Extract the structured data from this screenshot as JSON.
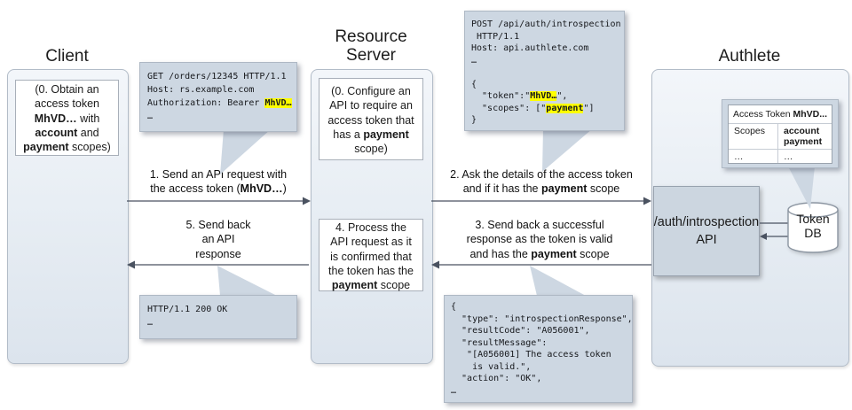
{
  "actors": {
    "client": {
      "title": "Client",
      "note": [
        [
          {
            "t": "(0. Obtain an"
          }
        ],
        [
          {
            "t": "access token"
          }
        ],
        [
          {
            "t": "MhVD…",
            "b": true
          },
          {
            "t": " with"
          }
        ],
        [
          {
            "t": "account",
            "b": true
          },
          {
            "t": " and"
          }
        ],
        [
          {
            "t": "payment",
            "b": true
          },
          {
            "t": " scopes)"
          }
        ]
      ]
    },
    "resource_server": {
      "title": "Resource\nServer",
      "note_configure": [
        [
          {
            "t": "(0. Configure an"
          }
        ],
        [
          {
            "t": "API to require an"
          }
        ],
        [
          {
            "t": "access token that"
          }
        ],
        [
          {
            "t": "has a "
          },
          {
            "t": "payment",
            "b": true
          }
        ],
        [
          {
            "t": "scope)"
          }
        ]
      ],
      "note_process": [
        [
          {
            "t": "4. Process the"
          }
        ],
        [
          {
            "t": "API request as it"
          }
        ],
        [
          {
            "t": "is confirmed that"
          }
        ],
        [
          {
            "t": "the token has the"
          }
        ],
        [
          {
            "t": "payment",
            "b": true
          },
          {
            "t": " scope"
          }
        ]
      ]
    },
    "authlete": {
      "title": "Authlete",
      "api_box_label": "/auth/introspection\nAPI",
      "token_db_label": "Token\nDB",
      "token_table": {
        "header": [
          {
            "t": "Access Token "
          },
          {
            "t": "MhVD...",
            "b": true
          }
        ],
        "row_scopes_label": "Scopes",
        "row_scopes_values": [
          [
            {
              "t": "account",
              "b": true
            }
          ],
          [
            {
              "t": "payment",
              "b": true
            }
          ]
        ],
        "row_more_label": "…",
        "row_more_value": "…"
      }
    }
  },
  "messages": {
    "m1": [
      [
        {
          "t": "1. Send an API request with"
        }
      ],
      [
        {
          "t": "the access token ("
        },
        {
          "t": "MhVD…",
          "b": true
        },
        {
          "t": ")"
        }
      ]
    ],
    "m2": [
      [
        {
          "t": "2. Ask the details of the access token"
        }
      ],
      [
        {
          "t": "and if it has the "
        },
        {
          "t": "payment",
          "b": true
        },
        {
          "t": " scope"
        }
      ]
    ],
    "m3": [
      [
        {
          "t": "3. Send back a successful"
        }
      ],
      [
        {
          "t": "response as the token is valid"
        }
      ],
      [
        {
          "t": "and has the "
        },
        {
          "t": "payment",
          "b": true
        },
        {
          "t": " scope"
        }
      ]
    ],
    "m5": "5. Send back\nan API\nresponse"
  },
  "bubbles": {
    "api_request": {
      "lines": [
        [
          {
            "t": "GET /orders/12345 HTTP/1.1"
          }
        ],
        [
          {
            "t": "Host: rs.example.com"
          }
        ],
        [
          {
            "t": "Authorization: Bearer "
          },
          {
            "t": "MhVD…",
            "h": true
          }
        ],
        [
          {
            "t": "…"
          }
        ]
      ]
    },
    "introspection_request": {
      "lines": [
        [
          {
            "t": "POST /api/auth/introspection"
          }
        ],
        [
          {
            "t": " HTTP/1.1"
          }
        ],
        [
          {
            "t": "Host: api.authlete.com"
          }
        ],
        [
          {
            "t": "…"
          }
        ],
        [
          {
            "t": " "
          }
        ],
        [
          {
            "t": "{"
          }
        ],
        [
          {
            "t": "  \"token\":\""
          },
          {
            "t": "MhVD…",
            "h": true
          },
          {
            "t": "\","
          }
        ],
        [
          {
            "t": "  \"scopes\": [\""
          },
          {
            "t": "payment",
            "h": true
          },
          {
            "t": "\"]"
          }
        ],
        [
          {
            "t": "}"
          }
        ]
      ]
    },
    "api_response": {
      "lines": [
        [
          {
            "t": "HTTP/1.1 200 OK"
          }
        ],
        [
          {
            "t": "…"
          }
        ]
      ]
    },
    "introspection_response": {
      "lines": [
        [
          {
            "t": "{"
          }
        ],
        [
          {
            "t": "  \"type\": \"introspectionResponse\","
          }
        ],
        [
          {
            "t": "  \"resultCode\": \"A056001\","
          }
        ],
        [
          {
            "t": "  \"resultMessage\":"
          }
        ],
        [
          {
            "t": "   \"[A056001] The access token"
          }
        ],
        [
          {
            "t": "    is valid.\","
          }
        ],
        [
          {
            "t": "  \"action\": \"OK\","
          }
        ],
        [
          {
            "t": "…"
          }
        ]
      ]
    }
  },
  "colors": {
    "bubble_fill": "#cdd7e2",
    "panel_fill_top": "#f3f6fa",
    "panel_fill_bottom": "#dce4ed",
    "highlight": "#ffff00",
    "arrow": "#4a5260"
  }
}
